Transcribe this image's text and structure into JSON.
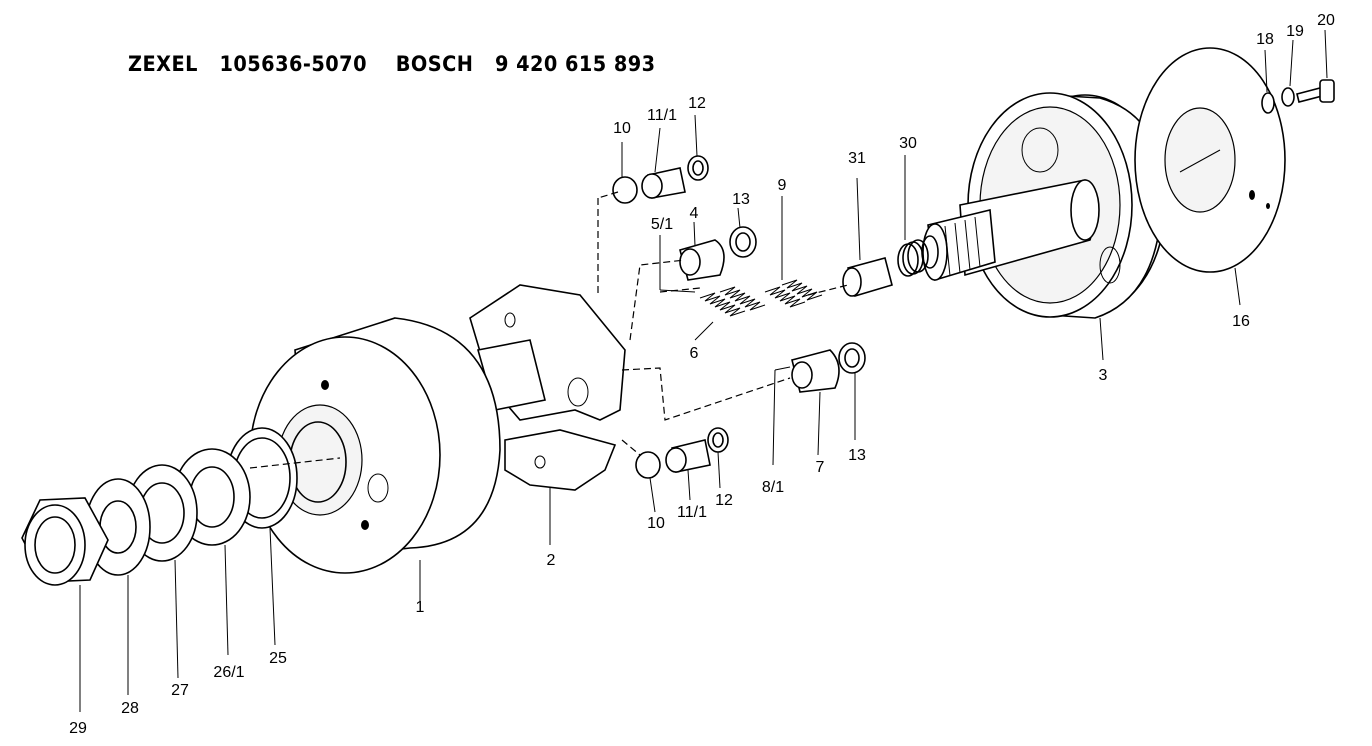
{
  "header": {
    "title": "ZEXEL   105636-5070    BOSCH   9 420 615 893"
  },
  "labels": {
    "p1": "1",
    "p2": "2",
    "p3": "3",
    "p4": "4",
    "p5_1": "5/1",
    "p6": "6",
    "p7": "7",
    "p8_1": "8/1",
    "p9": "9",
    "p10_top": "10",
    "p10_bottom": "10",
    "p11_1_top": "11/1",
    "p11_1_bottom": "11/1",
    "p12_top": "12",
    "p12_bottom": "12",
    "p13_top": "13",
    "p13_bottom": "13",
    "p16": "16",
    "p18": "18",
    "p19": "19",
    "p20": "20",
    "p25": "25",
    "p26_1": "26/1",
    "p27": "27",
    "p28": "28",
    "p29": "29",
    "p30": "30",
    "p31": "31"
  }
}
